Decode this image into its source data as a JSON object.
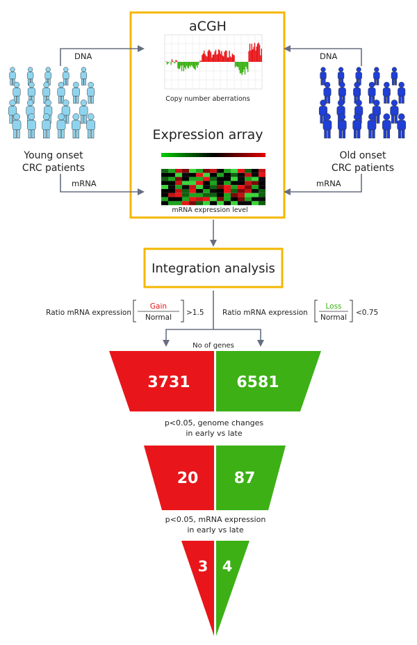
{
  "colors": {
    "frame": "#f5b700",
    "gain": "#e8161a",
    "loss": "#3cb015",
    "young_people": "#8fd4ee",
    "old_people": "#1f3fd6",
    "arrow": "#666e80"
  },
  "top_box": {
    "acgh_title": "aCGH",
    "acgh_caption": "Copy number aberrations",
    "expr_title": "Expression array",
    "expr_caption": "mRNA expression level"
  },
  "young": {
    "line1": "Young onset",
    "line2": "CRC patients",
    "dna": "DNA",
    "mrna": "mRNA"
  },
  "old": {
    "line1": "Old onset",
    "line2": "CRC patients",
    "dna": "DNA",
    "mrna": "mRNA"
  },
  "integration": {
    "title": "Integration analysis"
  },
  "ratio_left": {
    "prefix": "Ratio mRNA expression",
    "numerator": "Gain",
    "denominator": "Normal",
    "threshold": ">1.5"
  },
  "ratio_right": {
    "prefix": "Ratio mRNA expression",
    "numerator": "Loss",
    "denominator": "Normal",
    "threshold": "<0.75"
  },
  "funnel": {
    "header": "No of genes",
    "level1": {
      "gain": "3731",
      "loss": "6581"
    },
    "filter1": {
      "line1": "p<0.05, genome changes",
      "line2": "in early vs late"
    },
    "level2": {
      "gain": "20",
      "loss": "87"
    },
    "filter2": {
      "line1": "p<0.05, mRNA expression",
      "line2": "in early vs late"
    },
    "level3": {
      "gain": "3",
      "loss": "4"
    }
  }
}
